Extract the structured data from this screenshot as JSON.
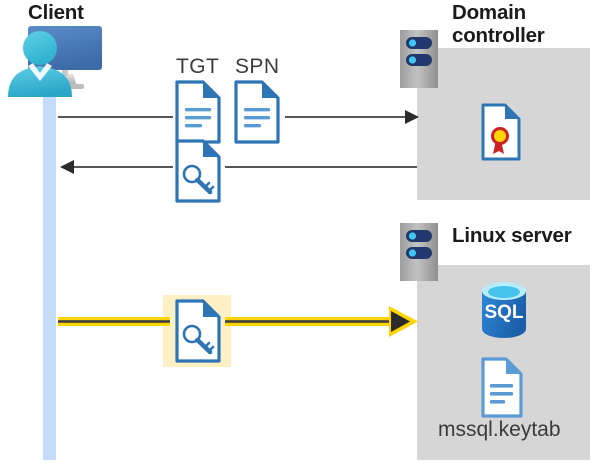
{
  "diagram": {
    "title": "Kerberos authentication flow between Client, Domain controller and Linux server",
    "colors": {
      "panel_gray": "#d6d6d6",
      "lifeline_blue": "#c3dcfa",
      "highlight_yellow": "#fdf0c4",
      "arrow_yellow": "#ffd400",
      "arrow_dark": "#3f3f3f",
      "doc_blue": "#2e75b6",
      "sql_blue": "#1f6fc0",
      "seal_red": "#cc2027",
      "seal_gold": "#ffd400",
      "monitor_blue": "#4a7ebb",
      "person_cyan": "#38bcd9"
    },
    "nodes": {
      "client": {
        "label": "Client",
        "icon": "user-monitor-icon"
      },
      "domain_controller": {
        "label": "Domain controller",
        "label_line1": "Domain",
        "label_line2": "controller",
        "icon": "server-rack-icon",
        "contents": [
          {
            "name": "certificate-document",
            "icon": "certificate-doc-icon",
            "label": ""
          }
        ]
      },
      "linux_server": {
        "label": "Linux server",
        "icon": "server-rack-icon",
        "contents": [
          {
            "name": "sql-database",
            "icon": "sql-database-icon",
            "label": "SQL"
          },
          {
            "name": "keytab-document",
            "icon": "document-lines-icon",
            "label": "mssql.keytab"
          }
        ]
      }
    },
    "flows": [
      {
        "id": "request",
        "direction": "client-to-dc",
        "style": "thin-black-arrow",
        "artifacts": [
          {
            "label": "TGT",
            "icon": "document-lines-icon"
          },
          {
            "label": "SPN",
            "icon": "document-lines-icon"
          }
        ]
      },
      {
        "id": "ticket-granted",
        "direction": "dc-to-client",
        "style": "thin-black-arrow",
        "artifacts": [
          {
            "label": "",
            "icon": "document-key-icon"
          }
        ]
      },
      {
        "id": "service-ticket",
        "direction": "client-to-linux",
        "style": "thick-yellow-arrow",
        "highlighted": true,
        "artifacts": [
          {
            "label": "",
            "icon": "document-key-icon"
          }
        ]
      }
    ]
  }
}
